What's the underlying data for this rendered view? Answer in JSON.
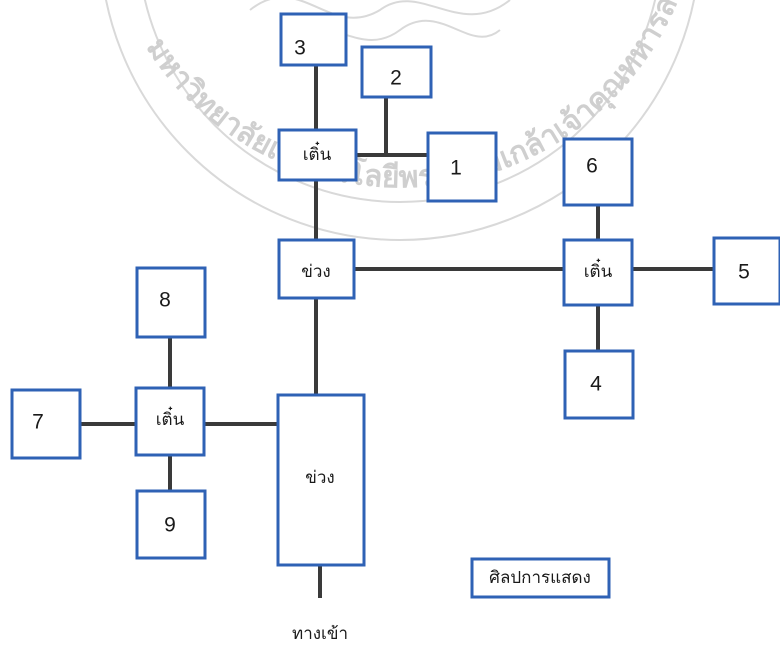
{
  "watermark": {
    "text": "มหาวิทยาลัยเทคโนโลยีพระจอมเกล้าเจ้าคุณทหารลาดกระบัง"
  },
  "nodes": {
    "room_3": "3",
    "room_2": "2",
    "room_1": "1",
    "room_6": "6",
    "room_5": "5",
    "room_4": "4",
    "room_8": "8",
    "room_7": "7",
    "room_9": "9",
    "deun_top": "เติ๋น",
    "deun_right": "เติ๋น",
    "deun_left": "เติ๋น",
    "khuang_middle": "ข่วง",
    "khuang_main": "ข่วง",
    "exhibition": "ศิลปการแสดง",
    "entrance": "ทางเข้า"
  }
}
